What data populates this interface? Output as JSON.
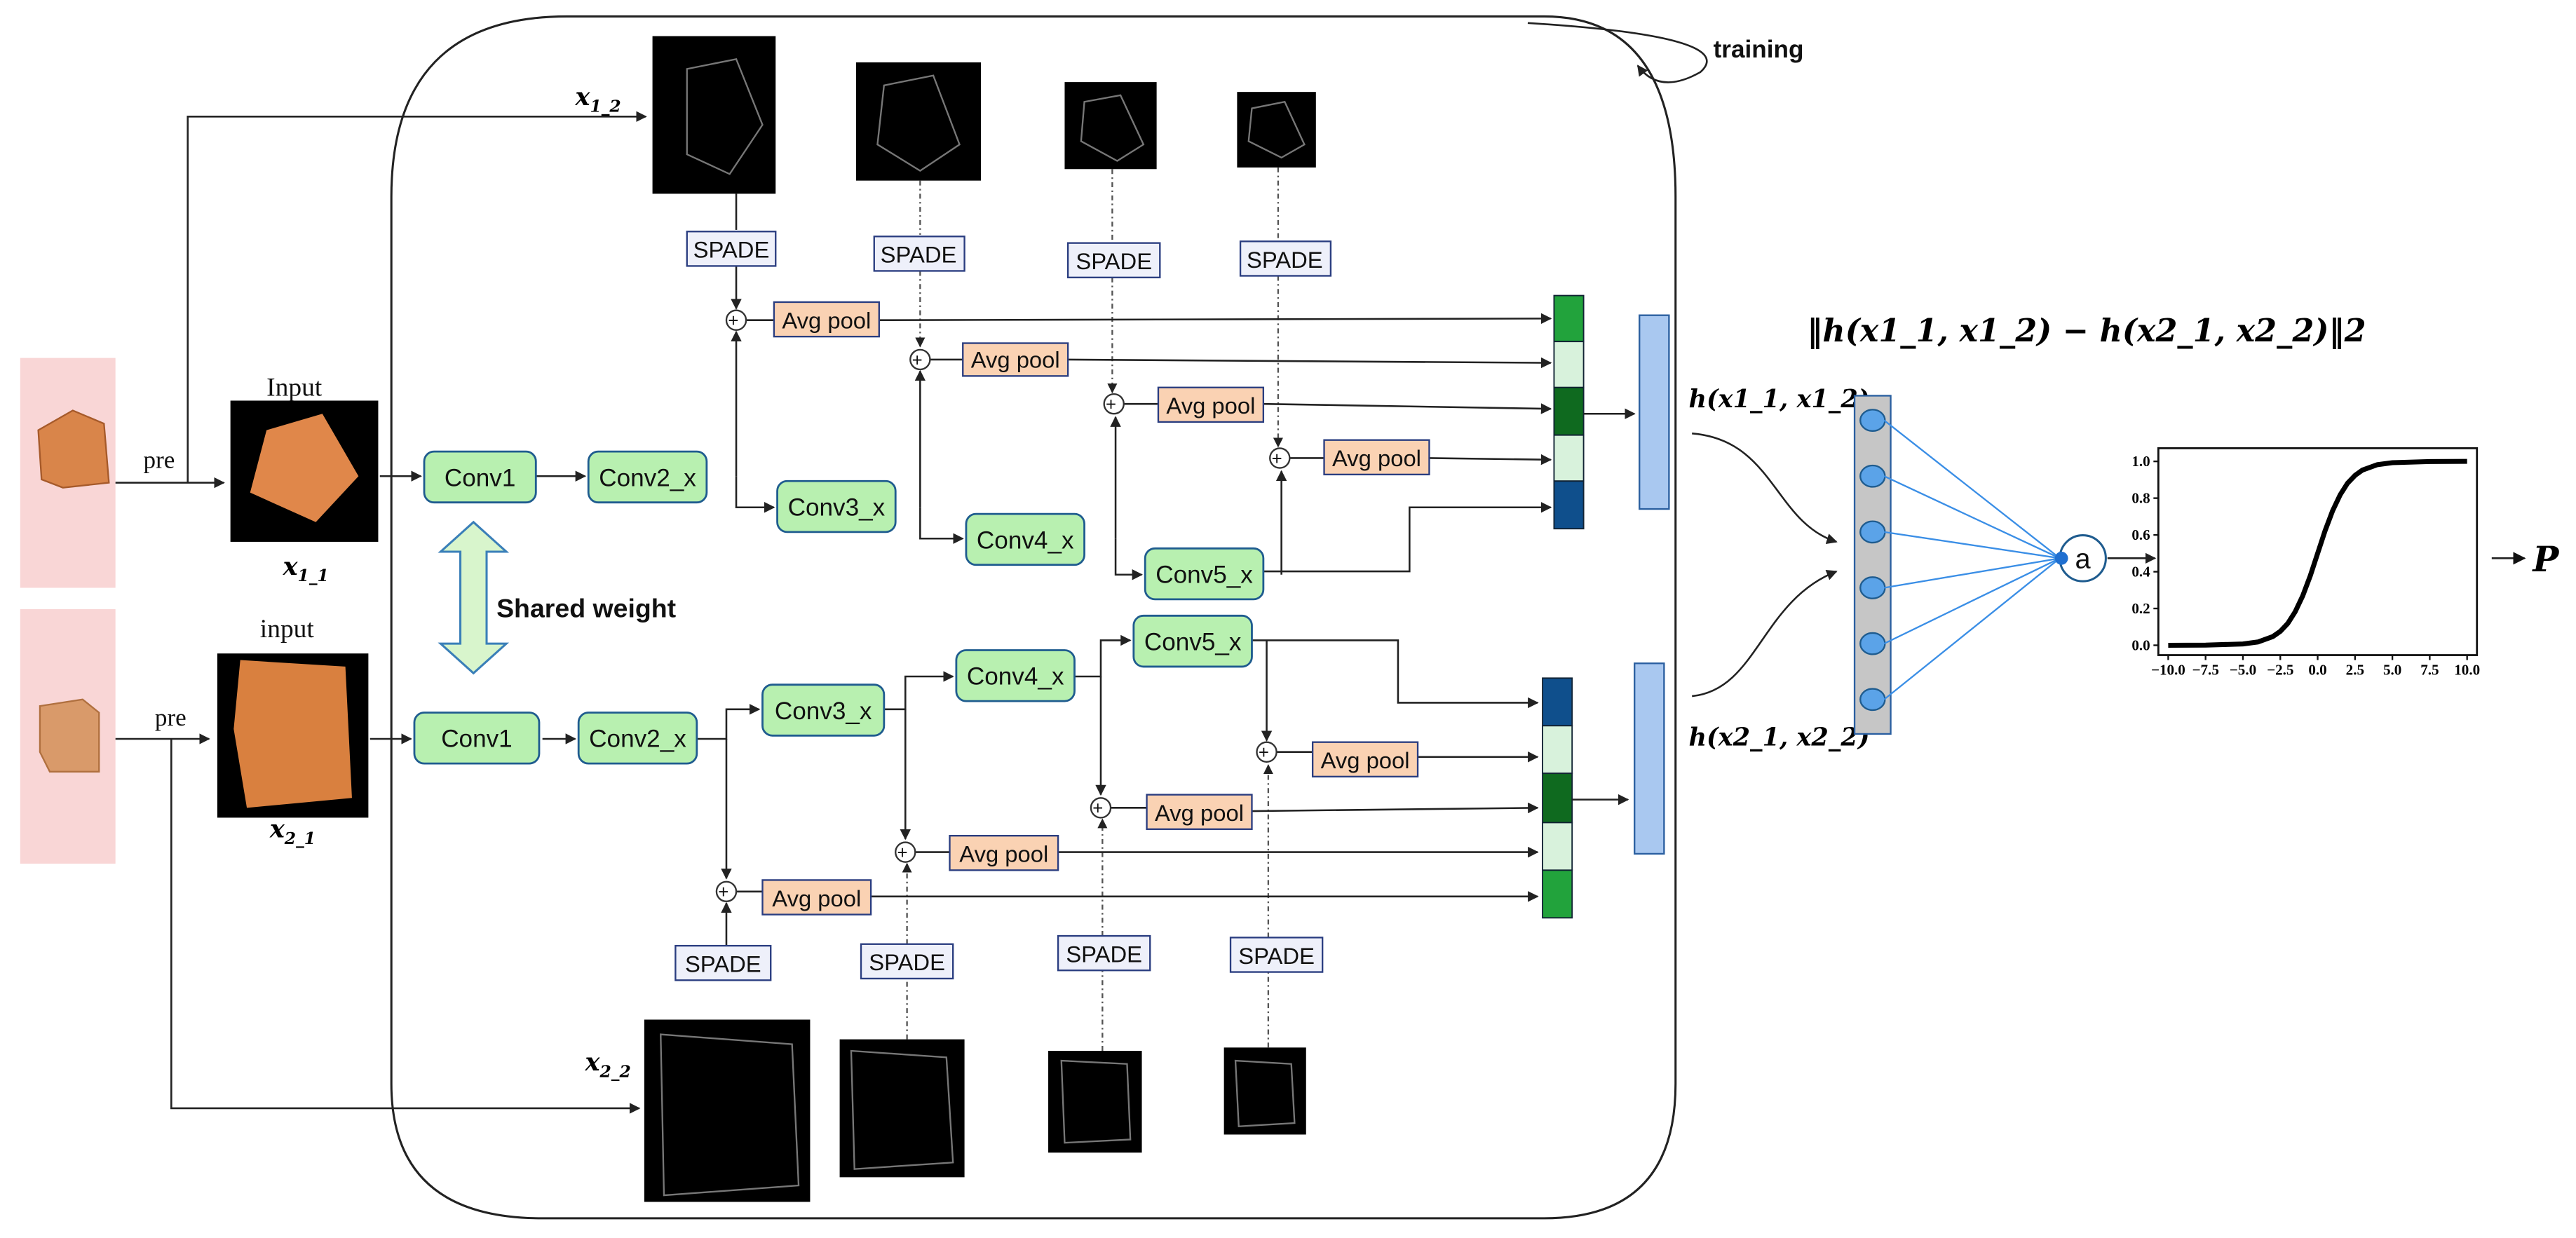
{
  "labels": {
    "training": "training",
    "input_top": "Input",
    "input_bottom": "input",
    "pre": "pre",
    "x11": "x",
    "x11_sub": "1_1",
    "x12": "x",
    "x12_sub": "1_2",
    "x21": "x",
    "x21_sub": "2_1",
    "x22": "x",
    "x22_sub": "2_2",
    "shared": "Shared weight",
    "spade": "SPADE",
    "avgpool": "Avg pool",
    "conv1": "Conv1",
    "conv2": "Conv2_x",
    "conv3": "Conv3_x",
    "conv4": "Conv4_x",
    "conv5": "Conv5_x",
    "h_top": "h(x1_1, x1_2)",
    "h_bottom": "h(x2_1, x2_2)",
    "norm_formula": "‖h(x1_1, x1_2) − h(x2_1, x2_2)‖2",
    "activation": "a",
    "output": "P"
  },
  "colors": {
    "conv_fill": "#b8f0b0",
    "pool_fill": "#fad2b3",
    "spade_fill": "#eef0fa",
    "feature_dark_blue": "#0f4f8c",
    "feature_green": "#22a33c",
    "feature_dark_green": "#0f6a1f",
    "feature_light_green": "#d8f2dc",
    "vector_blue": "#a9c8f0",
    "input_pink": "#f9d6d6"
  },
  "chart_data": {
    "type": "line",
    "title": "",
    "xlabel": "",
    "ylabel": "",
    "xlim": [
      -10,
      10
    ],
    "ylim": [
      0,
      1
    ],
    "xticks": [
      "−10.0",
      "−7.5",
      "−5.0",
      "−2.5",
      "0.0",
      "2.5",
      "5.0",
      "7.5",
      "10.0"
    ],
    "yticks": [
      "0.0",
      "0.2",
      "0.4",
      "0.6",
      "0.8",
      "1.0"
    ],
    "series": [
      {
        "function": "sigmoid",
        "x": [
          -10,
          -7.5,
          -5,
          -4,
          -3,
          -2.5,
          -2,
          -1.5,
          -1,
          -0.5,
          0,
          0.5,
          1,
          1.5,
          2,
          2.5,
          3,
          4,
          5,
          7.5,
          10
        ],
        "y": [
          0.0,
          0.001,
          0.007,
          0.018,
          0.047,
          0.076,
          0.119,
          0.182,
          0.269,
          0.378,
          0.5,
          0.622,
          0.731,
          0.818,
          0.881,
          0.924,
          0.953,
          0.982,
          0.993,
          0.999,
          1.0
        ]
      }
    ]
  }
}
